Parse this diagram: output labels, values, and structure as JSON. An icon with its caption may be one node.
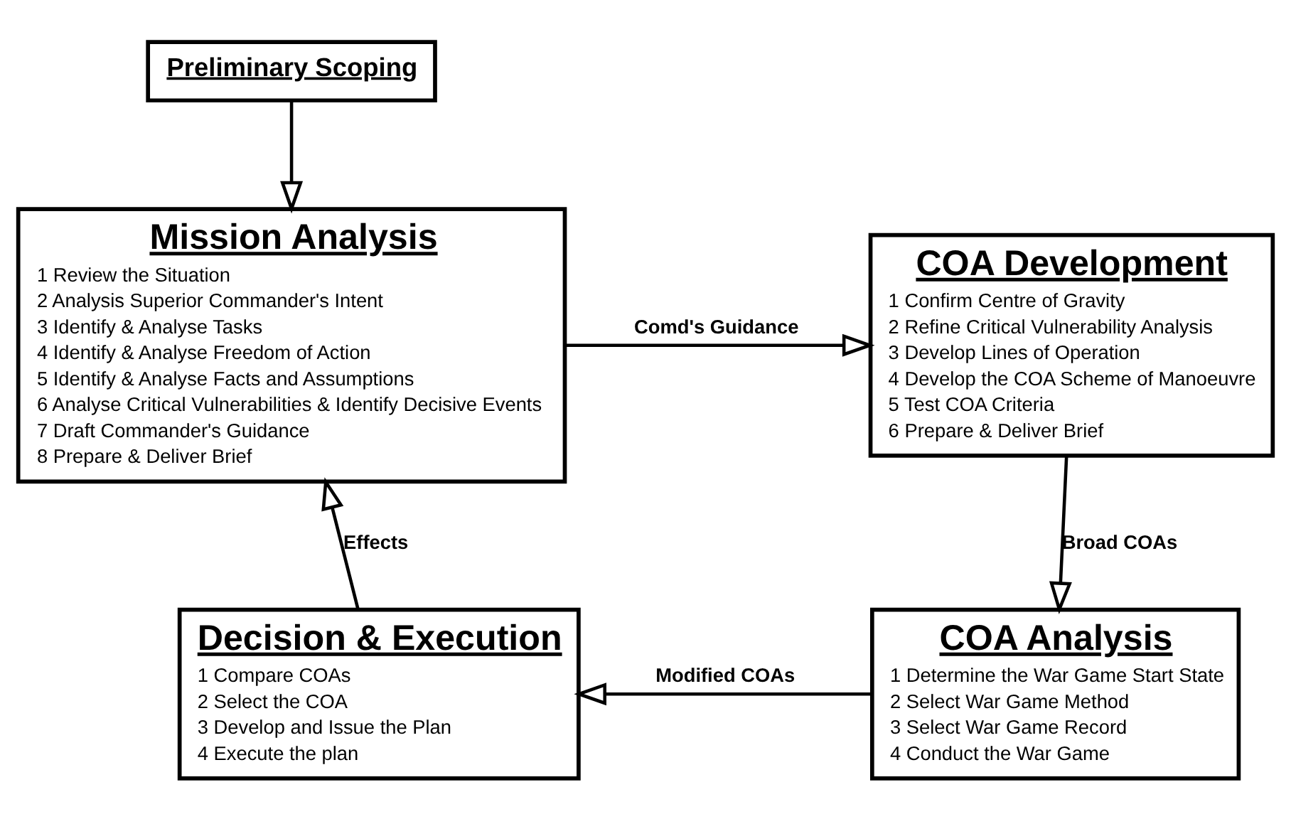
{
  "diagram": {
    "nodes": [
      {
        "text": [
          "Preliminary Scoping"
        ]
      },
      {
        "text": [
          "Mission Analysis",
          "1 Review the Situation",
          "2 Analysis Superior Commander's Intent",
          "3 Identify & Analyse Tasks",
          "4 Identify & Analyse Freedom of Action",
          "5 Identify & Analyse Facts and Assumptions",
          "6 Analyse Critical Vulnerabilities & Identify Decisive Events",
          "7 Draft Commander's Guidance",
          "8 Prepare & Deliver Brief"
        ]
      },
      {
        "text": [
          "COA Development",
          "1 Confirm Centre of Gravity",
          "2 Refine Critical Vulnerability Analysis",
          "3 Develop Lines of Operation",
          "4 Develop the COA Scheme of Manoeuvre",
          "5 Test COA Criteria",
          "6 Prepare & Deliver Brief"
        ]
      },
      {
        "text": [
          "COA Analysis",
          "1 Determine the War Game Start State",
          "2 Select War Game Method",
          "3 Select War Game Record",
          "4 Conduct the War Game"
        ]
      },
      {
        "text": [
          "Decision & Execution",
          "1 Compare COAs",
          "2 Select the COA",
          "3 Develop and Issue the Plan",
          "4 Execute the plan"
        ]
      }
    ],
    "edges": [
      {
        "from": 0,
        "to": 1,
        "arrow": "to"
      },
      {
        "from": 1,
        "to": 2,
        "arrow": "to",
        "label": "Comd's Guidance"
      },
      {
        "from": 2,
        "to": 3,
        "arrow": "to",
        "label": "Broad COAs"
      },
      {
        "from": 3,
        "to": 4,
        "arrow": "to",
        "label": "Modified COAs"
      },
      {
        "from": 4,
        "to": 1,
        "arrow": "to",
        "label": "Effects"
      }
    ]
  }
}
